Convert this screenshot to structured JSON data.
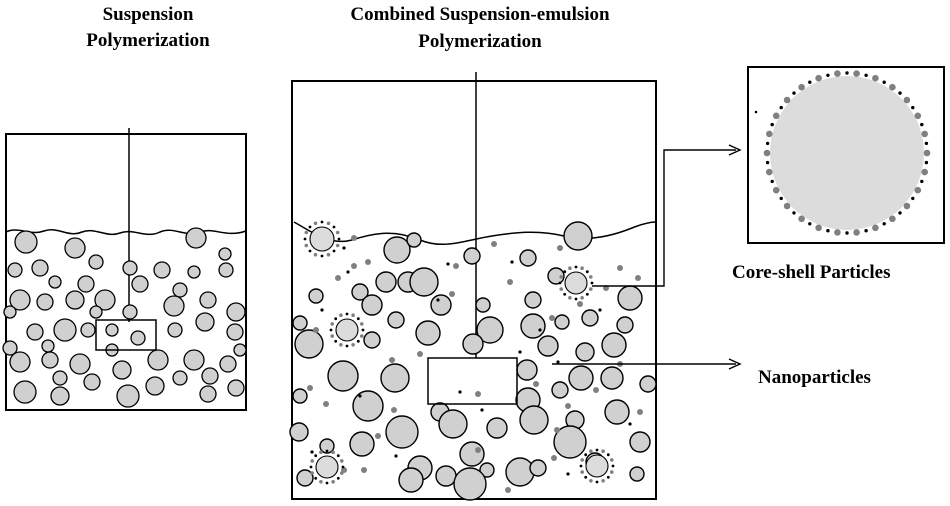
{
  "panels": {
    "suspension": {
      "title_line1": "Suspension",
      "title_line2": "Polymerization"
    },
    "combined": {
      "title_line1": "Combined Suspension-emulsion",
      "title_line2": "Polymerization"
    }
  },
  "callouts": {
    "core_shell": "Core-shell Particles",
    "nanoparticles": "Nanoparticles"
  },
  "colors": {
    "particle_fill": "#d0d0d0",
    "core_fill": "#dcdcdc",
    "nano_dot": "#808080",
    "stroke": "#000000"
  }
}
